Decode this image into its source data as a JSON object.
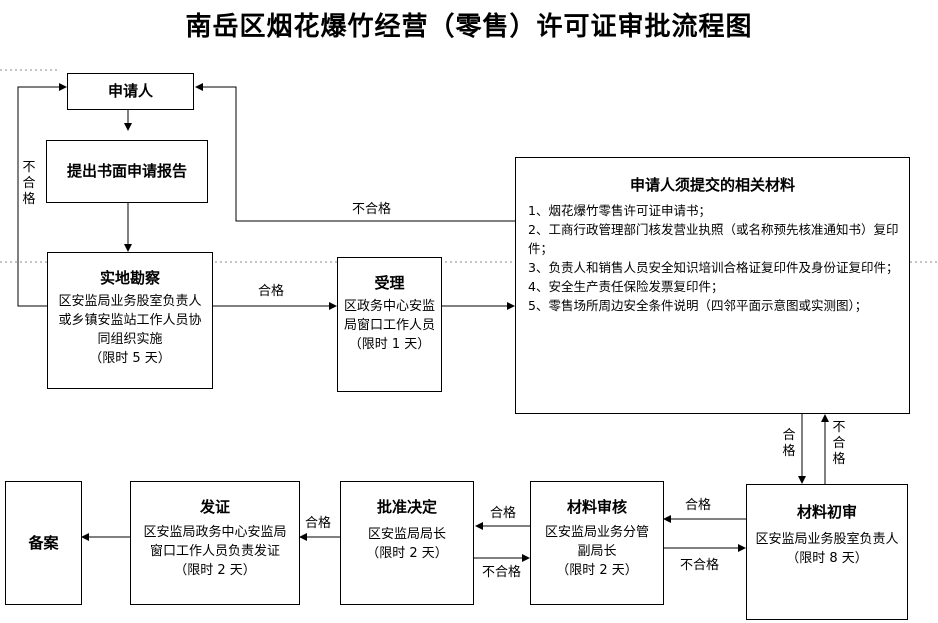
{
  "title": "南岳区烟花爆竹经营（零售）许可证审批流程图",
  "boxes": {
    "applicant": {
      "title": "申请人"
    },
    "report": {
      "title": "提出书面申请报告"
    },
    "survey": {
      "title": "实地勘察",
      "body": "区安监局业务股室负责人或乡镇安监站工作人员协同组织实施",
      "time": "（限时 5 天）"
    },
    "accept": {
      "title": "受理",
      "body": "区政务中心安监局窗口工作人员",
      "time": "（限时 1 天）"
    },
    "materials": {
      "title": "申请人须提交的相关材料",
      "items": [
        "1、烟花爆竹零售许可证申请书；",
        "2、工商行政管理部门核发营业执照（或名称预先核准通知书）复印件；",
        "3、负责人和销售人员安全知识培训合格证复印件及身份证复印件；",
        "4、安全生产责任保险发票复印件；",
        "5、零售场所周边安全条件说明（四邻平面示意图或实测图）；"
      ]
    },
    "first_review": {
      "title": "材料初审",
      "body": "区安监局业务股室负责人",
      "time": "（限时 8 天）"
    },
    "review": {
      "title": "材料审核",
      "body": "区安监局业务分管副局长",
      "time": "（限时 2 天）"
    },
    "decision": {
      "title": "批准决定",
      "body": "区安监局局长",
      "time": "（限时 2 天）"
    },
    "issue": {
      "title": "发证",
      "body": "区安监局政务中心安监局窗口工作人员负责发证",
      "time": "（限时 2 天）"
    },
    "archive": {
      "title": "备案"
    }
  },
  "labels": {
    "pass": "合格",
    "fail": "不合格"
  }
}
